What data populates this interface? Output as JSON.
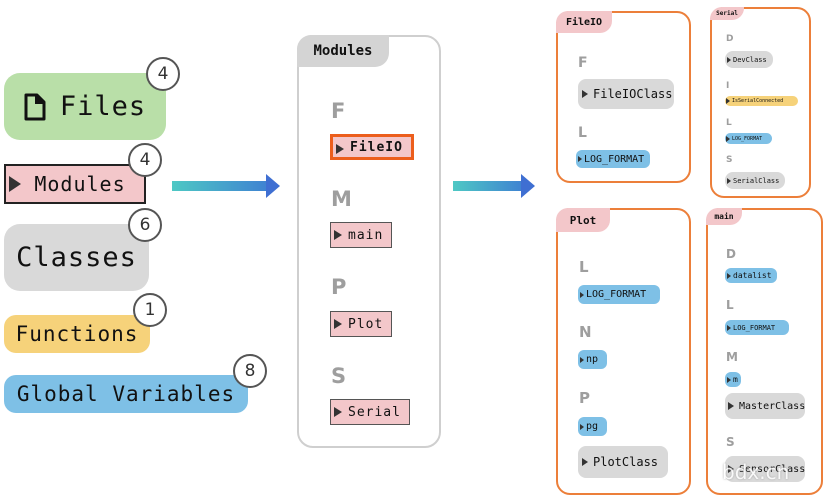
{
  "legend": {
    "files": {
      "label": "Files",
      "count": "4"
    },
    "modules": {
      "label": "Modules",
      "count": "4"
    },
    "classes": {
      "label": "Classes",
      "count": "6"
    },
    "functions": {
      "label": "Functions",
      "count": "1"
    },
    "global_variables": {
      "label": "Global Variables",
      "count": "8"
    }
  },
  "modules_panel": {
    "title": "Modules",
    "groups": [
      {
        "letter": "F",
        "item": "FileIO",
        "selected": true
      },
      {
        "letter": "M",
        "item": "main"
      },
      {
        "letter": "P",
        "item": "Plot"
      },
      {
        "letter": "S",
        "item": "Serial"
      }
    ]
  },
  "cards": {
    "fileio": {
      "title": "FileIO",
      "letter_f": "F",
      "class_fileio": "FileIOClass",
      "letter_l": "L",
      "var_log_format": "LOG_FORMAT"
    },
    "serial": {
      "title": "Serial",
      "letter_d": "D",
      "class_devclass": "DevClass",
      "letter_i": "I",
      "func_isserial": "IsSerialConnected",
      "letter_l": "L",
      "var_log_format": "LOG_FORMAT",
      "letter_s": "S",
      "class_serial": "SerialClass"
    },
    "plot": {
      "title": "Plot",
      "letter_l": "L",
      "var_log_format": "LOG_FORMAT",
      "letter_n": "N",
      "var_np": "np",
      "letter_p": "P",
      "var_pg": "pg",
      "class_plot": "PlotClass"
    },
    "main": {
      "title": "main",
      "letter_d": "D",
      "var_datalist": "datalist",
      "letter_l": "L",
      "var_log_format": "LOG_FORMAT",
      "letter_m": "M",
      "var_m": "m",
      "class_master": "MasterClass",
      "letter_s": "S",
      "class_sensor": "SensorClass"
    }
  },
  "watermark": "bdx.cn",
  "colors": {
    "files": "#b9dfa8",
    "modules": "#f3c7ca",
    "classes": "#d9d9d9",
    "functions": "#f6d27a",
    "globals": "#7ec0e6",
    "selection": "#ec5e1c",
    "card_border": "#ec7f3a"
  },
  "icons": [
    "file-icon",
    "arrow-right-icon"
  ]
}
